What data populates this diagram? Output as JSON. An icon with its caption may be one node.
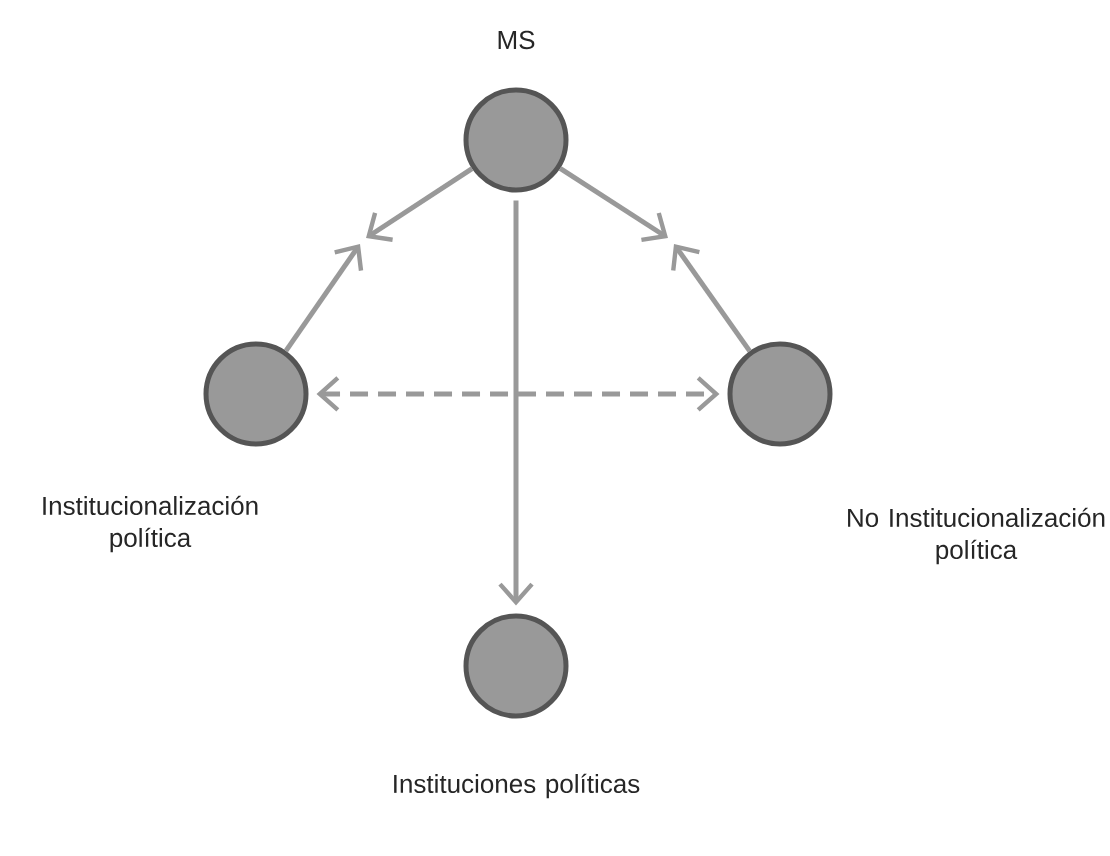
{
  "diagram": {
    "nodes": [
      {
        "text": [
          "MS"
        ]
      },
      {
        "text": [
          "Institucionalización política"
        ]
      },
      {
        "text": [
          "No Institucionalización política"
        ]
      },
      {
        "text": [
          "Instituciones políticas"
        ]
      }
    ],
    "edges": [
      {
        "from": 0,
        "to": null,
        "arrow": "to"
      },
      {
        "from": 1,
        "to": null,
        "arrow": "to"
      },
      {
        "from": 0,
        "to": null,
        "arrow": "to"
      },
      {
        "from": 2,
        "to": null,
        "arrow": "to"
      },
      {
        "from": 0,
        "to": 3,
        "arrow": "to"
      },
      {
        "from": 1,
        "to": 2,
        "arrow": "both",
        "style": "dashed"
      }
    ]
  }
}
